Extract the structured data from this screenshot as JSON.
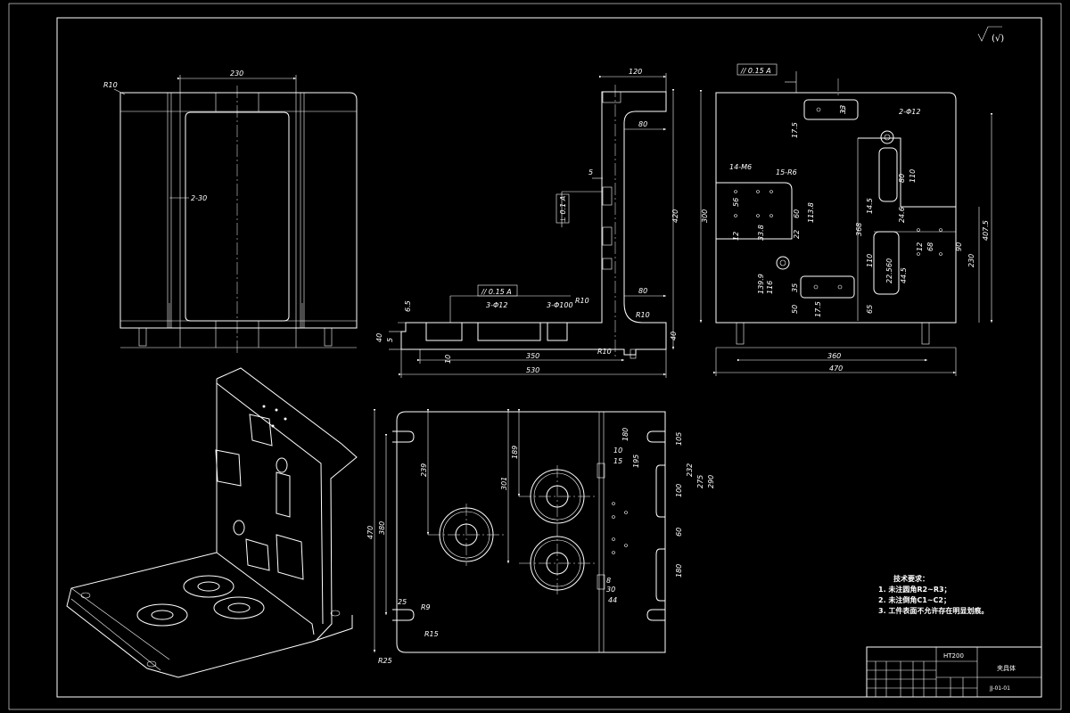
{
  "views": {
    "left": {
      "dims": {
        "width_top": "230",
        "corner_r": "R10",
        "grooves": "2-30"
      }
    },
    "section": {
      "dims": {
        "flange": "120",
        "d80_top": "80",
        "d5": "5",
        "h420": "420",
        "d80_bottom": "80",
        "d40_right": "40",
        "d65": "6.5",
        "d40_left": "40",
        "d5_left": "5",
        "d10": "10",
        "d350": "350",
        "d530": "530",
        "r10_a": "R10",
        "r10_b": "R10",
        "r10_c": "R10",
        "holes_a": "3-Φ12",
        "holes_b": "3-Φ100"
      },
      "tolerances": {
        "parallel_top": "// 0.15 A",
        "perp_mid": "⊥ 0.1 A"
      }
    },
    "right": {
      "dims": {
        "width_360": "360",
        "width_470": "470",
        "height_300": "300",
        "height_407": "407.5",
        "height_368": "368",
        "d14_m6": "14-M6",
        "d15_r6": "15-R6",
        "holes_2": "2-Φ12",
        "d12": "12",
        "d56": "56",
        "d33": "33.8",
        "d60_a": "60",
        "d113": "113.8",
        "d22": "22",
        "d17": "17.5",
        "d139": "139.9",
        "d116": "116",
        "d35": "35",
        "d50": "50",
        "d175": "17.5",
        "d145": "14.5",
        "d110": "110",
        "d80": "80",
        "d246": "24.6",
        "d60_b": "60",
        "d68": "68",
        "d12_b": "12",
        "d90": "90",
        "d230": "230",
        "d225": "22.5",
        "d445": "44.5",
        "d33b": "33",
        "d65": "65"
      },
      "tolerances": {
        "parallel": "// 0.15 A"
      }
    },
    "bottom": {
      "dims": {
        "h470": "470",
        "h380": "380",
        "d239": "239",
        "d189": "189",
        "d301": "301",
        "d10": "10",
        "d15": "15",
        "d180": "180",
        "d195": "195",
        "d105": "105",
        "d232": "232",
        "d275": "275",
        "d290": "290",
        "d100": "100",
        "d60": "60",
        "d180b": "180",
        "d8": "8",
        "d30": "30",
        "d44": "44",
        "d25": "25",
        "r9": "R9",
        "r15": "R15",
        "r25": "R25"
      }
    }
  },
  "surface_symbol": "(√)",
  "notes": {
    "title": "技术要求：",
    "items": [
      "1. 未注圆角R2~R3；",
      "2. 未注倒角C1~C2；",
      "3. 工件表面不允许存在明显划痕。"
    ]
  },
  "title_block": {
    "material": "HT200",
    "part_name": "夹具体",
    "drawing_no": "JJ-01-01"
  }
}
